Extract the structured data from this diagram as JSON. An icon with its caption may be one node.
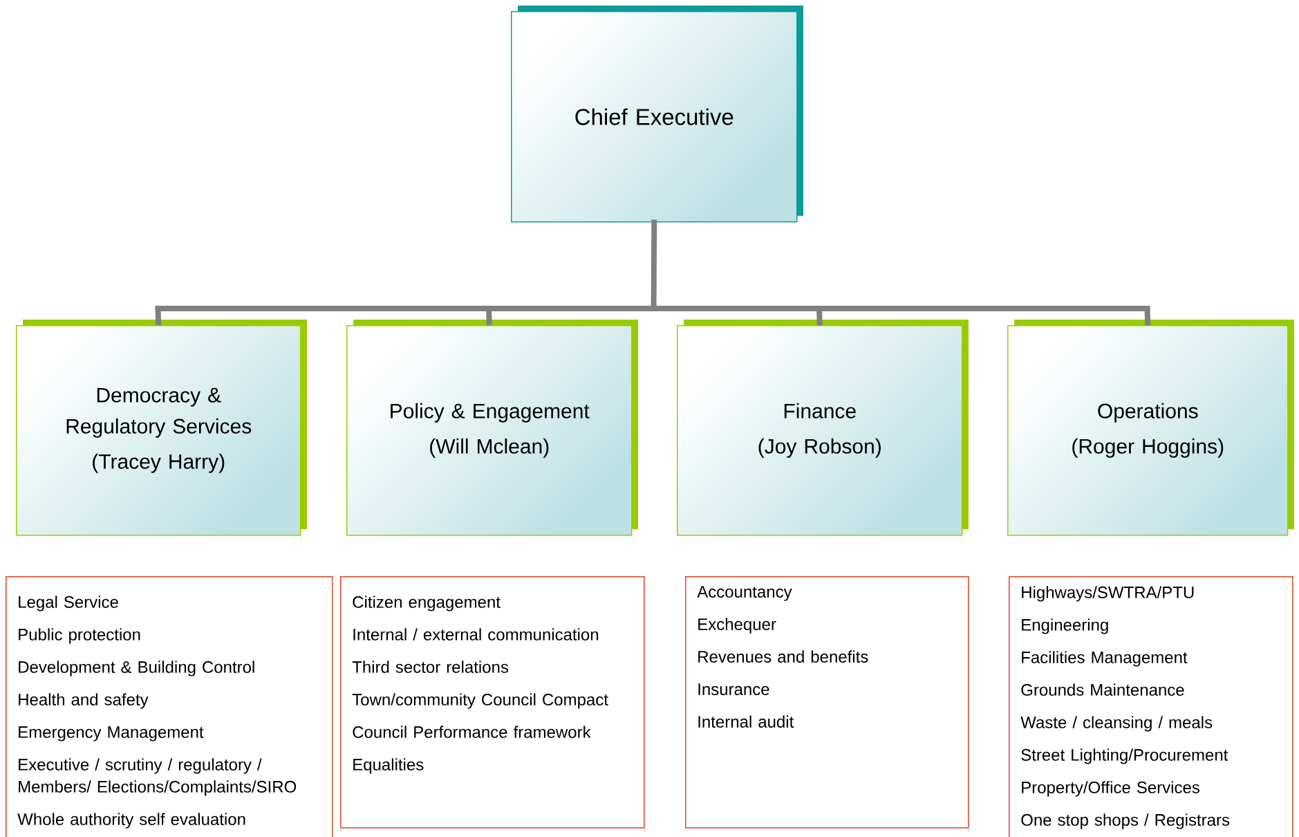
{
  "diagram": {
    "nodes": [
      {
        "text": [
          "Chief Executive"
        ]
      },
      {
        "text": [
          "Democracy & Regulatory Services",
          "(Tracey Harry)"
        ]
      },
      {
        "text": [
          "Policy & Engagement",
          "(Will Mclean)"
        ]
      },
      {
        "text": [
          "Finance",
          "(Joy Robson)"
        ]
      },
      {
        "text": [
          "Operations",
          "(Roger Hoggins)"
        ]
      },
      {
        "text": [
          "Legal Service",
          "Public protection",
          "Development & Building Control",
          "Health and safety",
          "Emergency Management",
          "Executive / scrutiny / regulatory / Members/ Elections/Complaints/SIRO",
          "Whole authority self evaluation"
        ]
      },
      {
        "text": [
          "Citizen engagement",
          "Internal / external communication",
          "Third sector relations",
          "Town/community Council Compact",
          "Council Performance framework",
          "Equalities"
        ]
      },
      {
        "text": [
          "Accountancy",
          "Exchequer",
          "Revenues and benefits",
          "Insurance",
          "Internal audit"
        ]
      },
      {
        "text": [
          "Highways/SWTRA/PTU",
          "Engineering",
          "Facilities Management",
          "Grounds Maintenance",
          "Waste / cleansing / meals",
          "Street Lighting/Procurement",
          "Property/Office Services",
          "One stop shops / Registrars"
        ]
      }
    ],
    "edges": [
      {
        "from": 0,
        "to": 1,
        "arrow": "none"
      },
      {
        "from": 0,
        "to": 2,
        "arrow": "none"
      },
      {
        "from": 0,
        "to": 3,
        "arrow": "none"
      },
      {
        "from": 0,
        "to": 4,
        "arrow": "none"
      }
    ]
  }
}
